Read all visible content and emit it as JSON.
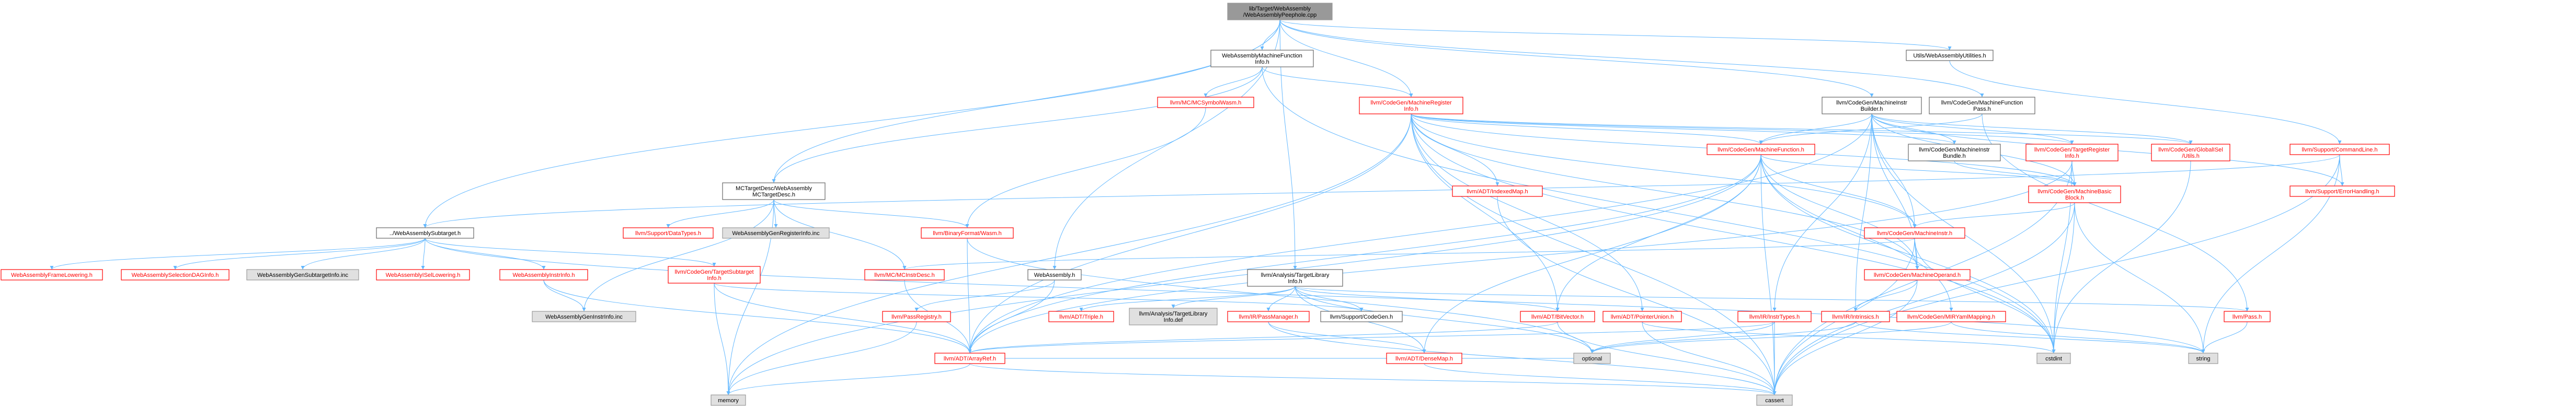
{
  "colors": {
    "root_fill": "#999999",
    "plain_fill": "#ffffff",
    "external_fill": "#e0e0e0",
    "red_border": "#ff0000",
    "gray_border": "#999999",
    "black_border": "#666666",
    "edge_color": "#63b8ff",
    "label_black": "#000000",
    "label_red": "#ff0000"
  },
  "nodes": [
    {
      "id": "root",
      "lines": [
        "lib/Target/WebAssembly",
        "/WebAssemblyPeephole.cpp"
      ],
      "style": "root"
    },
    {
      "id": "mfinfo",
      "lines": [
        "WebAssemblyMachineFunction",
        "Info.h"
      ],
      "style": "plain"
    },
    {
      "id": "utils",
      "lines": [
        "Utils/WebAssemblyUtilities.h"
      ],
      "style": "plain"
    },
    {
      "id": "mcsymwasm",
      "lines": [
        "llvm/MC/MCSymbolWasm.h"
      ],
      "style": "red"
    },
    {
      "id": "mri",
      "lines": [
        "llvm/CodeGen/MachineRegister",
        "Info.h"
      ],
      "style": "red"
    },
    {
      "id": "mib",
      "lines": [
        "llvm/CodeGen/MachineInstr",
        "Builder.h"
      ],
      "style": "plain"
    },
    {
      "id": "mfpass",
      "lines": [
        "llvm/CodeGen/MachineFunction",
        "Pass.h"
      ],
      "style": "plain"
    },
    {
      "id": "mctargetdesc",
      "lines": [
        "MCTargetDesc/WebAssembly",
        "MCTargetDesc.h"
      ],
      "style": "plain"
    },
    {
      "id": "mf",
      "lines": [
        "llvm/CodeGen/MachineFunction.h"
      ],
      "style": "red"
    },
    {
      "id": "mibundle",
      "lines": [
        "llvm/CodeGen/MachineInstr",
        "Bundle.h"
      ],
      "style": "plain"
    },
    {
      "id": "tri",
      "lines": [
        "llvm/CodeGen/TargetRegister",
        "Info.h"
      ],
      "style": "red"
    },
    {
      "id": "gisel",
      "lines": [
        "llvm/CodeGen/GlobalISel",
        "/Utils.h"
      ],
      "style": "red"
    },
    {
      "id": "cmdline",
      "lines": [
        "llvm/Support/CommandLine.h"
      ],
      "style": "red"
    },
    {
      "id": "indexedmap",
      "lines": [
        "llvm/ADT/IndexedMap.h"
      ],
      "style": "red"
    },
    {
      "id": "mbb",
      "lines": [
        "llvm/CodeGen/MachineBasic",
        "Block.h"
      ],
      "style": "red"
    },
    {
      "id": "errhandling",
      "lines": [
        "llvm/Support/ErrorHandling.h"
      ],
      "style": "red"
    },
    {
      "id": "subtarget",
      "lines": [
        "../WebAssemblySubtarget.h"
      ],
      "style": "plain"
    },
    {
      "id": "datatypes",
      "lines": [
        "llvm/Support/DataTypes.h"
      ],
      "style": "red"
    },
    {
      "id": "genreginfo",
      "lines": [
        "WebAssemblyGenRegisterInfo.inc"
      ],
      "style": "gray"
    },
    {
      "id": "binaryformat",
      "lines": [
        "llvm/BinaryFormat/Wasm.h"
      ],
      "style": "red"
    },
    {
      "id": "machineinstr",
      "lines": [
        "llvm/CodeGen/MachineInstr.h"
      ],
      "style": "red"
    },
    {
      "id": "framelowering",
      "lines": [
        "WebAssemblyFrameLowering.h"
      ],
      "style": "red"
    },
    {
      "id": "seldaginfo",
      "lines": [
        "WebAssemblySelectionDAGInfo.h"
      ],
      "style": "red"
    },
    {
      "id": "gensubtarget",
      "lines": [
        "WebAssemblyGenSubtargetInfo.inc"
      ],
      "style": "gray"
    },
    {
      "id": "isellowering",
      "lines": [
        "WebAssemblyISelLowering.h"
      ],
      "style": "red"
    },
    {
      "id": "instrinfo",
      "lines": [
        "WebAssemblyInstrInfo.h"
      ],
      "style": "red"
    },
    {
      "id": "tsi",
      "lines": [
        "llvm/CodeGen/TargetSubtarget",
        "Info.h"
      ],
      "style": "red"
    },
    {
      "id": "mcinstrdesc",
      "lines": [
        "llvm/MC/MCInstrDesc.h"
      ],
      "style": "red"
    },
    {
      "id": "wasm",
      "lines": [
        "WebAssembly.h"
      ],
      "style": "plain"
    },
    {
      "id": "tli",
      "lines": [
        "llvm/Analysis/TargetLibrary",
        "Info.h"
      ],
      "style": "plain"
    },
    {
      "id": "moperand",
      "lines": [
        "llvm/CodeGen/MachineOperand.h"
      ],
      "style": "red"
    },
    {
      "id": "geninstrinfo",
      "lines": [
        "WebAssemblyGenInstrInfo.inc"
      ],
      "style": "gray"
    },
    {
      "id": "passregistry",
      "lines": [
        "llvm/PassRegistry.h"
      ],
      "style": "red"
    },
    {
      "id": "triple",
      "lines": [
        "llvm/ADT/Triple.h"
      ],
      "style": "red"
    },
    {
      "id": "tlidef",
      "lines": [
        "llvm/Analysis/TargetLibrary",
        "Info.def"
      ],
      "style": "gray"
    },
    {
      "id": "passmanager",
      "lines": [
        "llvm/IR/PassManager.h"
      ],
      "style": "red"
    },
    {
      "id": "codegen",
      "lines": [
        "llvm/Support/CodeGen.h"
      ],
      "style": "plain"
    },
    {
      "id": "bitvector",
      "lines": [
        "llvm/ADT/BitVector.h"
      ],
      "style": "red"
    },
    {
      "id": "ptrunion",
      "lines": [
        "llvm/ADT/PointerUnion.h"
      ],
      "style": "red"
    },
    {
      "id": "instrtypes",
      "lines": [
        "llvm/IR/InstrTypes.h"
      ],
      "style": "red"
    },
    {
      "id": "intrinsics",
      "lines": [
        "llvm/IR/Intrinsics.h"
      ],
      "style": "red"
    },
    {
      "id": "mirymlmapping",
      "lines": [
        "llvm/CodeGen/MIRYamlMapping.h"
      ],
      "style": "red"
    },
    {
      "id": "pass",
      "lines": [
        "llvm/Pass.h"
      ],
      "style": "red"
    },
    {
      "id": "arrayref",
      "lines": [
        "llvm/ADT/ArrayRef.h"
      ],
      "style": "red"
    },
    {
      "id": "densemap",
      "lines": [
        "llvm/ADT/DenseMap.h"
      ],
      "style": "red"
    },
    {
      "id": "optional",
      "lines": [
        "optional"
      ],
      "style": "gray"
    },
    {
      "id": "cstdint",
      "lines": [
        "cstdint"
      ],
      "style": "gray"
    },
    {
      "id": "string",
      "lines": [
        "string"
      ],
      "style": "gray"
    },
    {
      "id": "memory",
      "lines": [
        "memory"
      ],
      "style": "gray"
    },
    {
      "id": "cassert",
      "lines": [
        "cassert"
      ],
      "style": "gray"
    }
  ],
  "edges": [
    [
      "root",
      "mfinfo"
    ],
    [
      "root",
      "utils"
    ],
    [
      "root",
      "mri"
    ],
    [
      "root",
      "mib"
    ],
    [
      "root",
      "mfpass"
    ],
    [
      "root",
      "mctargetdesc"
    ],
    [
      "root",
      "subtarget"
    ],
    [
      "root",
      "wasm"
    ],
    [
      "root",
      "tli"
    ],
    [
      "mfinfo",
      "mcsymwasm"
    ],
    [
      "mfinfo",
      "mri"
    ],
    [
      "mfinfo",
      "mctargetdesc"
    ],
    [
      "mfinfo",
      "cstdint"
    ],
    [
      "utils",
      "cmdline"
    ],
    [
      "mcsymwasm",
      "binaryformat"
    ],
    [
      "mri",
      "mf"
    ],
    [
      "mri",
      "mibundle"
    ],
    [
      "mri",
      "tri"
    ],
    [
      "mri",
      "indexedmap"
    ],
    [
      "mri",
      "mbb"
    ],
    [
      "mri",
      "bitvector"
    ],
    [
      "mri",
      "ptrunion"
    ],
    [
      "mri",
      "arrayref"
    ],
    [
      "mri",
      "machineinstr"
    ],
    [
      "mri",
      "moperand"
    ],
    [
      "mri",
      "memory"
    ],
    [
      "mri",
      "cassert"
    ],
    [
      "mri",
      "cstdint"
    ],
    [
      "mri",
      "gisel"
    ],
    [
      "mib",
      "mf"
    ],
    [
      "mib",
      "mibundle"
    ],
    [
      "mib",
      "tri"
    ],
    [
      "mib",
      "gisel"
    ],
    [
      "mib",
      "mbb"
    ],
    [
      "mib",
      "machineinstr"
    ],
    [
      "mib",
      "moperand"
    ],
    [
      "mib",
      "instrtypes"
    ],
    [
      "mib",
      "intrinsics"
    ],
    [
      "mib",
      "cstdint"
    ],
    [
      "mib",
      "errhandling"
    ],
    [
      "mib",
      "arrayref"
    ],
    [
      "mfpass",
      "mf"
    ],
    [
      "mfpass",
      "pass"
    ],
    [
      "mctargetdesc",
      "binaryformat"
    ],
    [
      "mctargetdesc",
      "datatypes"
    ],
    [
      "mctargetdesc",
      "genreginfo"
    ],
    [
      "mctargetdesc",
      "mcinstrdesc"
    ],
    [
      "mctargetdesc",
      "geninstrinfo"
    ],
    [
      "mctargetdesc",
      "memory"
    ],
    [
      "mf",
      "mbb"
    ],
    [
      "mf",
      "machineinstr"
    ],
    [
      "mf",
      "moperand"
    ],
    [
      "mf",
      "bitvector"
    ],
    [
      "mf",
      "densemap"
    ],
    [
      "mf",
      "arrayref"
    ],
    [
      "mf",
      "cassert"
    ],
    [
      "mf",
      "cstdint"
    ],
    [
      "mf",
      "memory"
    ],
    [
      "mf",
      "mirymlmapping"
    ],
    [
      "mibundle",
      "mbb"
    ],
    [
      "tri",
      "mbb"
    ],
    [
      "tri",
      "cassert"
    ],
    [
      "tri",
      "cstdint"
    ],
    [
      "tri",
      "arrayref"
    ],
    [
      "gisel",
      "cstdint"
    ],
    [
      "cmdline",
      "errhandling"
    ],
    [
      "cmdline",
      "string"
    ],
    [
      "cmdline",
      "cassert"
    ],
    [
      "cmdline",
      "subtarget"
    ],
    [
      "indexedmap",
      "cassert"
    ],
    [
      "mbb",
      "machineinstr"
    ],
    [
      "mbb",
      "cassert"
    ],
    [
      "mbb",
      "cstdint"
    ],
    [
      "mbb",
      "string"
    ],
    [
      "subtarget",
      "framelowering"
    ],
    [
      "subtarget",
      "seldaginfo"
    ],
    [
      "subtarget",
      "gensubtarget"
    ],
    [
      "subtarget",
      "isellowering"
    ],
    [
      "subtarget",
      "instrinfo"
    ],
    [
      "subtarget",
      "tsi"
    ],
    [
      "subtarget",
      "string"
    ],
    [
      "binaryformat",
      "arrayref"
    ],
    [
      "binaryformat",
      "optional"
    ],
    [
      "machineinstr",
      "moperand"
    ],
    [
      "machineinstr",
      "cassert"
    ],
    [
      "machineinstr",
      "cstdint"
    ],
    [
      "machineinstr",
      "mcinstrdesc"
    ],
    [
      "instrinfo",
      "geninstrinfo"
    ],
    [
      "instrinfo",
      "arrayref"
    ],
    [
      "tsi",
      "arrayref"
    ],
    [
      "tsi",
      "memory"
    ],
    [
      "tsi",
      "codegen"
    ],
    [
      "mcinstrdesc",
      "arrayref"
    ],
    [
      "wasm",
      "passregistry"
    ],
    [
      "wasm",
      "arrayref"
    ],
    [
      "tli",
      "triple"
    ],
    [
      "tli",
      "tlidef"
    ],
    [
      "tli",
      "passmanager"
    ],
    [
      "tli",
      "codegen"
    ],
    [
      "tli",
      "bitvector"
    ],
    [
      "tli",
      "densemap"
    ],
    [
      "tli",
      "optional"
    ],
    [
      "tli",
      "pass"
    ],
    [
      "moperand",
      "intrinsics"
    ],
    [
      "moperand",
      "cassert"
    ],
    [
      "passregistry",
      "memory"
    ],
    [
      "passmanager",
      "densemap"
    ],
    [
      "passmanager",
      "cassert"
    ],
    [
      "bitvector",
      "arrayref"
    ],
    [
      "bitvector",
      "cassert"
    ],
    [
      "ptrunion",
      "cassert"
    ],
    [
      "ptrunion",
      "cstdint"
    ],
    [
      "instrtypes",
      "optional"
    ],
    [
      "instrtypes",
      "cassert"
    ],
    [
      "instrtypes",
      "arrayref"
    ],
    [
      "intrinsics",
      "optional"
    ],
    [
      "intrinsics",
      "string"
    ],
    [
      "mirymlmapping",
      "string"
    ],
    [
      "mirymlmapping",
      "optional"
    ],
    [
      "pass",
      "string"
    ],
    [
      "arrayref",
      "memory"
    ],
    [
      "arrayref",
      "cassert"
    ],
    [
      "arrayref",
      "optional"
    ],
    [
      "densemap",
      "cassert"
    ]
  ]
}
